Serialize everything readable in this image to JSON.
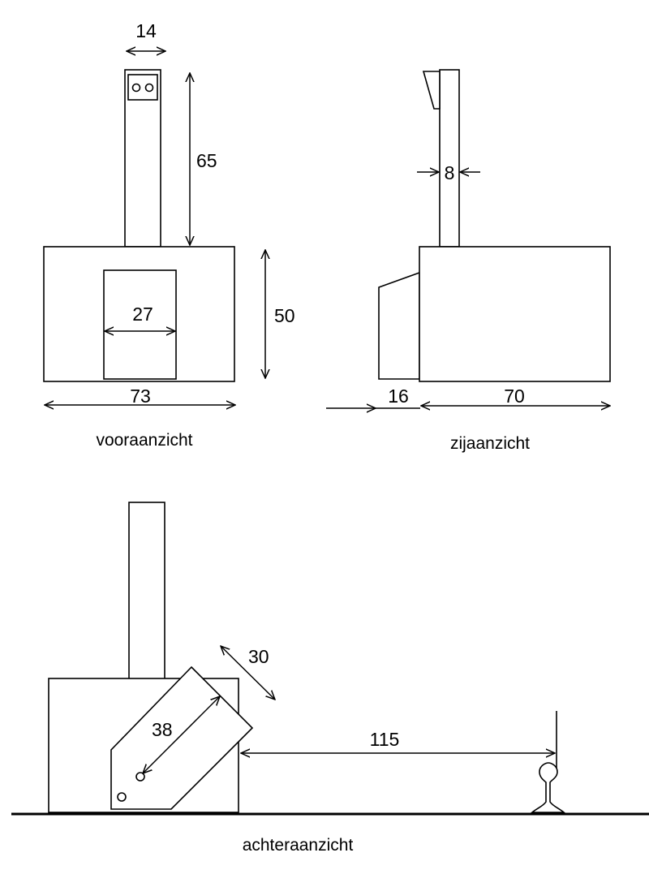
{
  "views": {
    "front": {
      "caption": "vooraanzicht",
      "dims": {
        "chimney_width": "14",
        "chimney_height": "65",
        "body_height": "50",
        "door_width": "27",
        "body_width": "73"
      }
    },
    "side": {
      "caption": "zijaanzicht",
      "dims": {
        "chimney_depth": "8",
        "hood_depth": "16",
        "body_depth": "70"
      }
    },
    "rear": {
      "caption": "achteraanzicht",
      "dims": {
        "flap_offset": "30",
        "flap_length": "38",
        "rail_distance": "115"
      }
    }
  }
}
